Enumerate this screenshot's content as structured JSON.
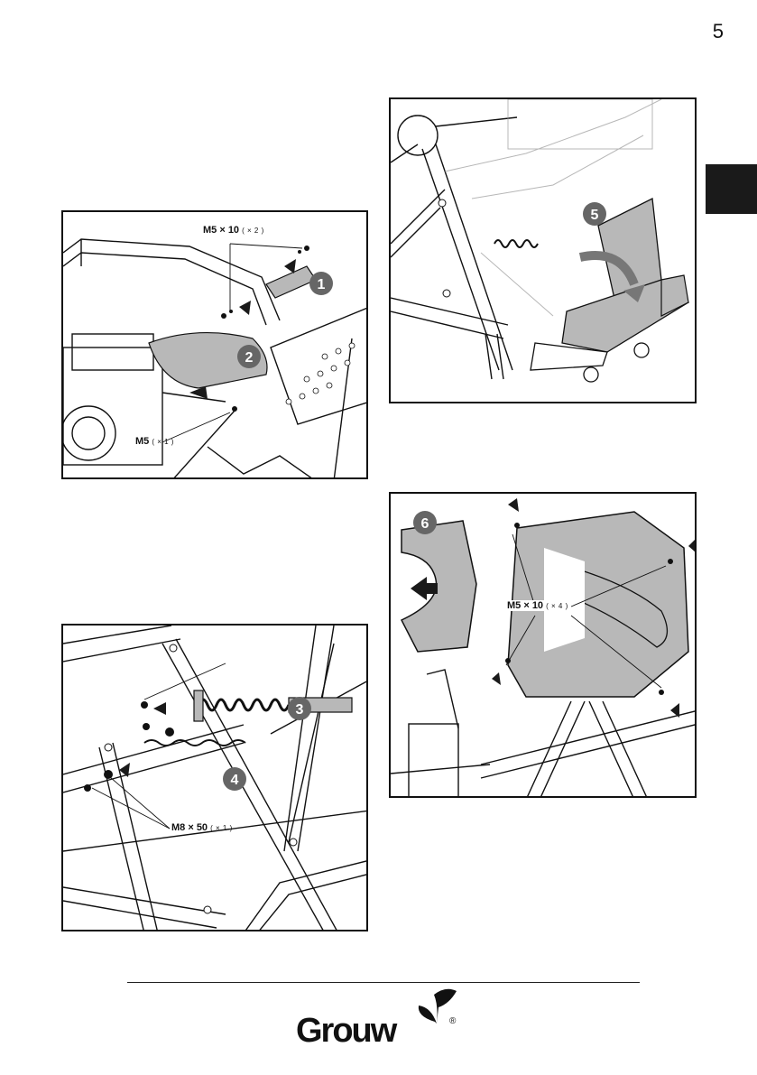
{
  "page": {
    "number": "5"
  },
  "panels": [
    {
      "steps": [
        "1",
        "2"
      ],
      "labels": [
        {
          "text": "M5 × 10",
          "qty": "( × 2 )"
        },
        {
          "text": "M5",
          "qty": "( × 1 )"
        }
      ]
    },
    {
      "steps": [
        "3",
        "4"
      ],
      "labels": [
        {
          "text": "M8 × 50",
          "qty": "( × 1 )"
        }
      ]
    },
    {
      "steps": [
        "5"
      ],
      "labels": []
    },
    {
      "steps": [
        "6"
      ],
      "labels": [
        {
          "text": "M5 × 10",
          "qty": "( × 4 )"
        }
      ]
    }
  ],
  "footer": {
    "brand": "Grouw",
    "registered_mark": "®"
  },
  "colors": {
    "ink": "#111111",
    "part_fill": "#b8b8b8",
    "step_badge": "#666666",
    "arrow": "#1a1a1a"
  }
}
